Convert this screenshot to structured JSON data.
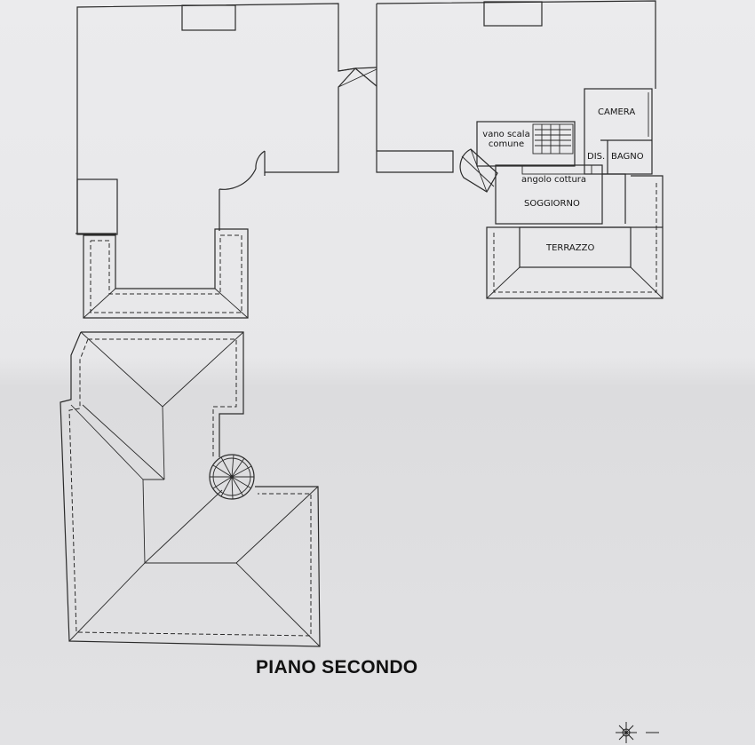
{
  "title": "PIANO SECONDO",
  "rooms": {
    "vano_scala_line1": "vano scala",
    "vano_scala_line2": "comune",
    "camera": "CAMERA",
    "dis": "DIS.",
    "bagno": "BAGNO",
    "angolo_cottura": "angolo cottura",
    "soggiorno": "SOGGIORNO",
    "terrazzo": "TERRAZZO"
  },
  "icons": {
    "compass": "compass-rose-icon",
    "stair": "spiral-staircase-icon"
  }
}
